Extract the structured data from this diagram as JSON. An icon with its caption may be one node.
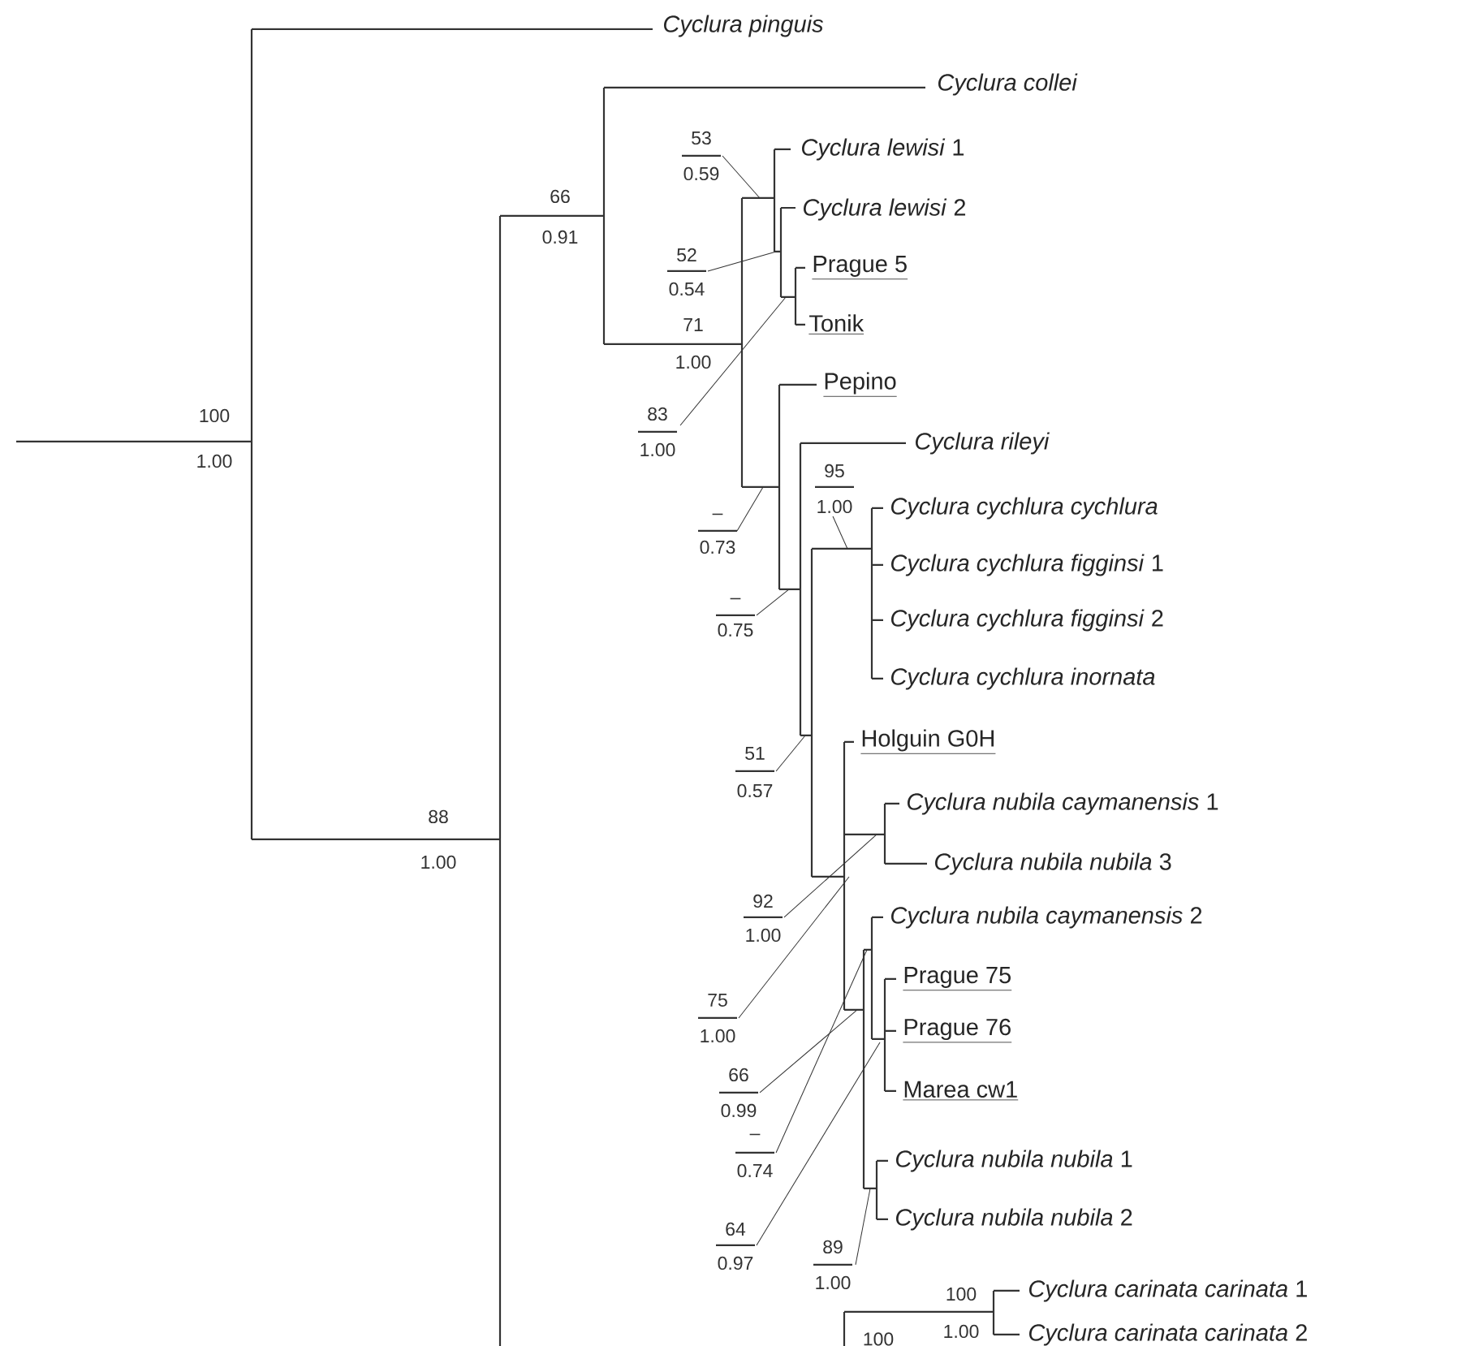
{
  "diagram": {
    "labels": [
      "Cyclura pinguis",
      "Cyclura collei",
      "*Cyclura lewisi* 1",
      "*Cyclura lewisi* 2",
      "Prague 5",
      "Tonik",
      "Pepino",
      "Cyclura rileyi",
      "Cyclura cychlura cychlura",
      "*Cyclura cychlura figginsi* 1",
      "*Cyclura cychlura figginsi* 2",
      "Cyclura cychlura inornata",
      "Holguin G0H",
      "*Cyclura nubila caymanensis* 1",
      "*Cyclura nubila nubila* 3",
      "*Cyclura nubila caymanensis* 2",
      "Prague 75",
      "Prague 76",
      "Marea cw1",
      "*Cyclura nubila nubila* 1",
      "*Cyclura nubila nubila* 2",
      "*Cyclura carinata carinata* 1",
      "*Cyclura carinata carinata* 2",
      "100",
      "1.00",
      "66",
      "0.91",
      "88",
      "1.00",
      "53",
      "0.59",
      "52",
      "0.54",
      "71",
      "1.00",
      "83",
      "1.00",
      "–",
      "0.73",
      "–",
      "0.75",
      "95",
      "1.00",
      "51",
      "0.57",
      "92",
      "1.00",
      "75",
      "1.00",
      "66",
      "0.99",
      "–",
      "0.74",
      "64",
      "0.97",
      "89",
      "1.00",
      "100",
      "1.00",
      "100"
    ]
  }
}
